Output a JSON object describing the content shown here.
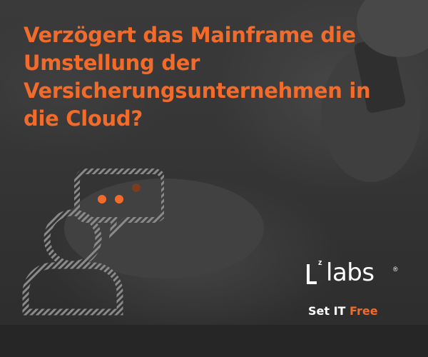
{
  "ad": {
    "headline": "Verzögert das Mainframe die Umstellung der Versicherungsunternehmen in die Cloud?",
    "logo": {
      "superscript": "z",
      "wordmark": "labs",
      "registered_mark": "®"
    },
    "tagline": {
      "part1": "Set IT",
      "part2": "Free"
    },
    "icons": [
      "person-icon",
      "speech-bubble-icon",
      "typing-dots-icon"
    ]
  },
  "colors": {
    "accent": "#f26b2a",
    "text_light": "#ffffff",
    "background": "#353535",
    "icon_stripe": "#8a8a8a"
  }
}
